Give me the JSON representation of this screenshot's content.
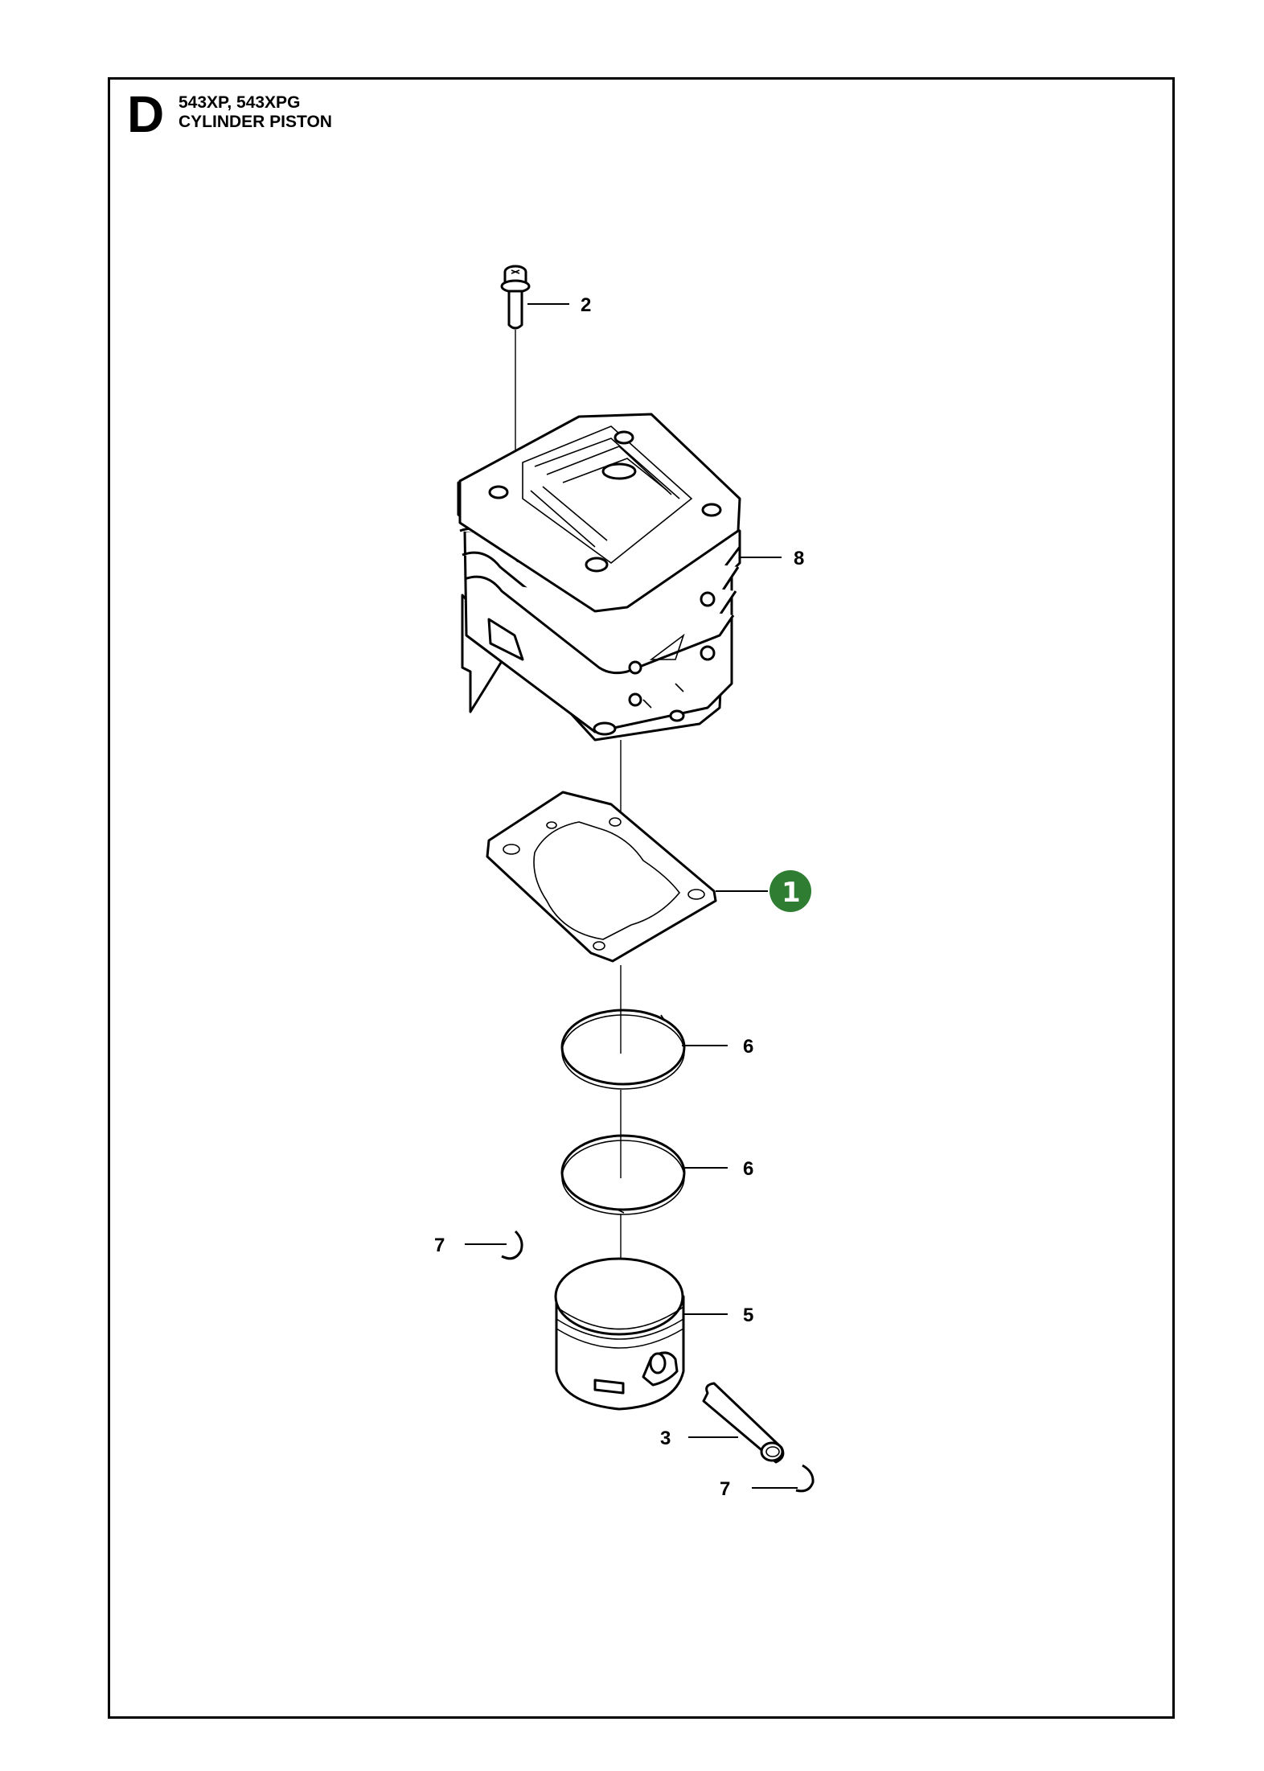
{
  "header": {
    "section_letter": "D",
    "models": "543XP, 543XPG",
    "title": "CYLINDER PISTON"
  },
  "callouts": {
    "screw": "2",
    "cylinder": "8",
    "gasket": "1",
    "ring_upper": "6",
    "ring_lower": "6",
    "circlip_left": "7",
    "piston": "5",
    "piston_pin": "3",
    "circlip_right": "7"
  },
  "colors": {
    "highlight_badge": "#2e7d32",
    "line": "#000000"
  }
}
